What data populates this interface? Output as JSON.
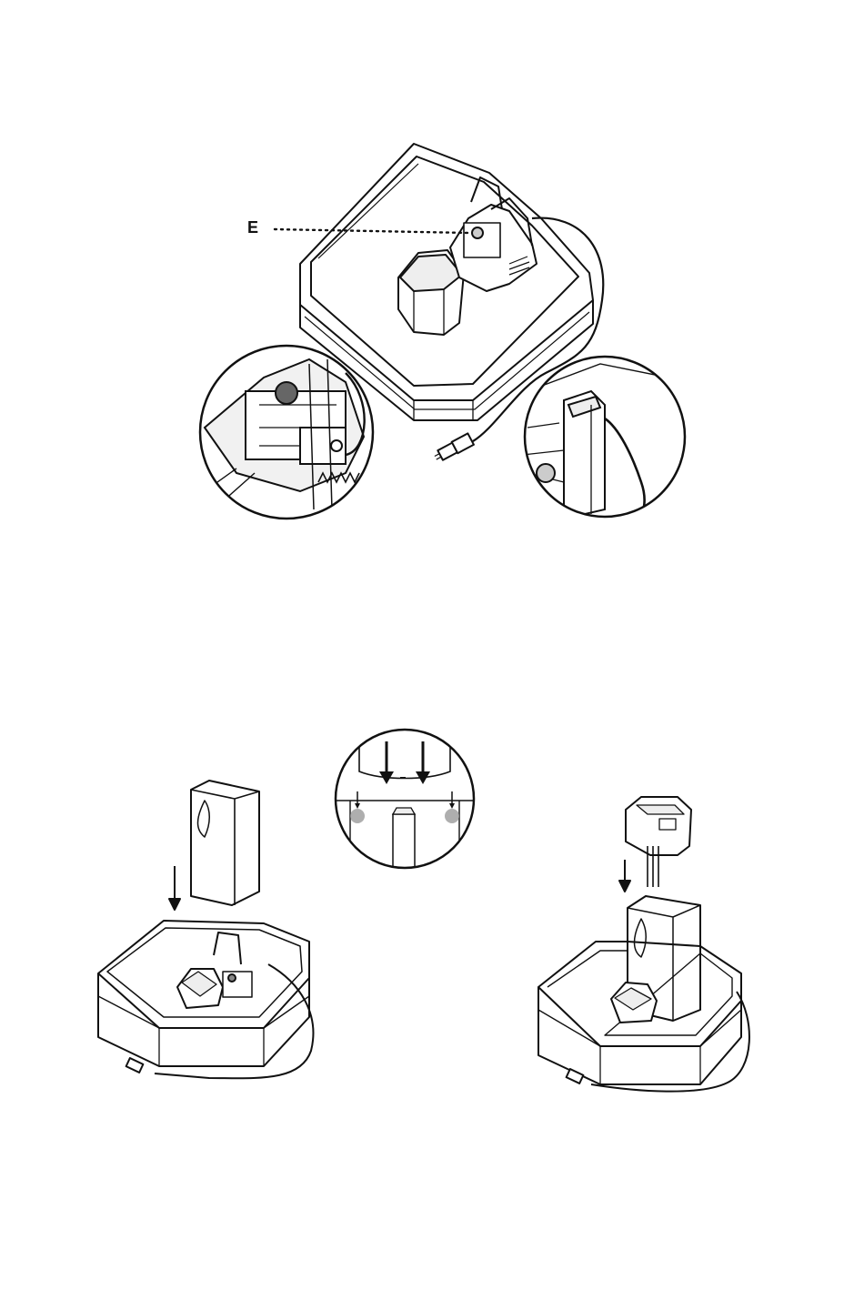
{
  "callouts": {
    "e_label": "E"
  },
  "colors": {
    "line": "#111111",
    "shade": "#d8d8d8",
    "highlight": "#9a9a9a"
  },
  "figures": [
    {
      "name": "assembly-overview-figure",
      "icon": "fountain-base-with-pump"
    },
    {
      "name": "pump-detail-zoom",
      "icon": "pump-closeup-circle"
    },
    {
      "name": "cord-routing-zoom",
      "icon": "cord-channel-circle"
    },
    {
      "name": "tower-insert-step",
      "icon": "tower-downward-arrow"
    },
    {
      "name": "alignment-detail-zoom",
      "icon": "alignment-arrows-circle"
    },
    {
      "name": "spout-insert-step",
      "icon": "spout-downward-arrow"
    }
  ]
}
